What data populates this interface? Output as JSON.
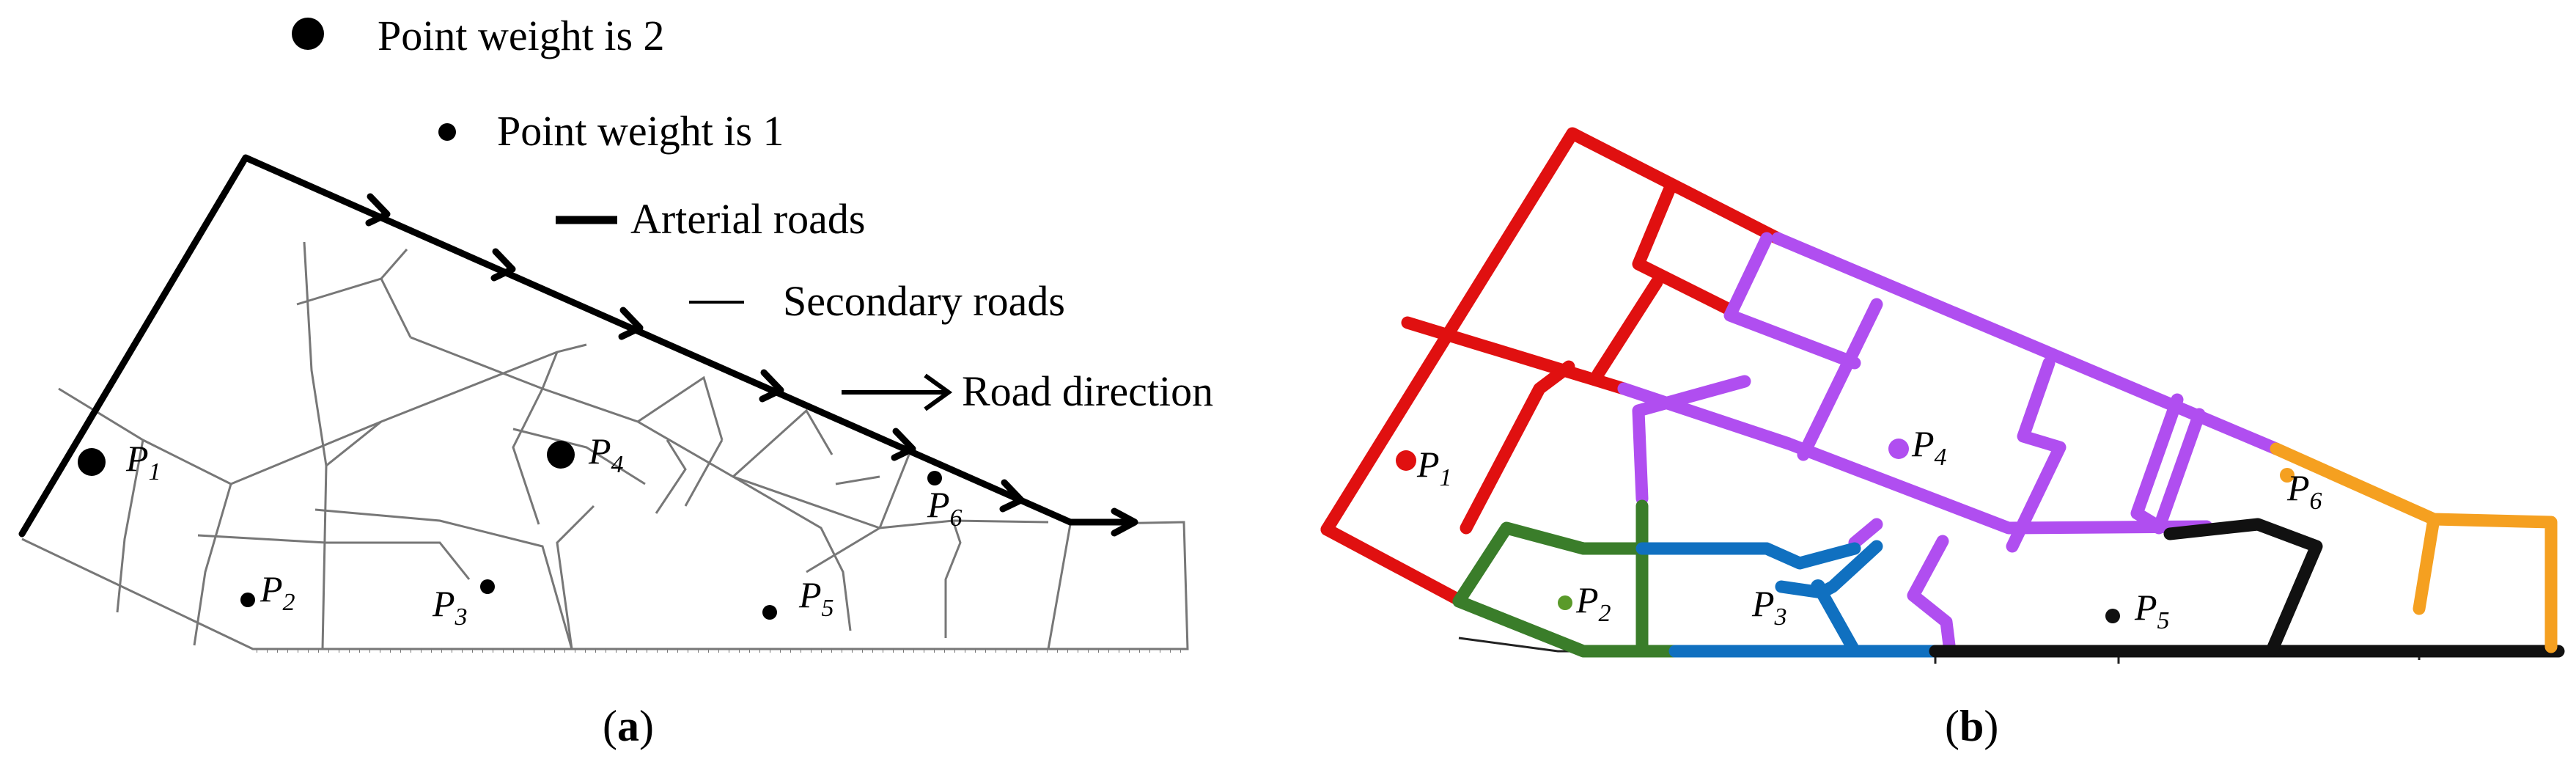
{
  "legend": {
    "weight2": "Point weight is 2",
    "weight1": "Point weight is 1",
    "arterial": "Arterial roads",
    "secondary": "Secondary roads",
    "direction": "Road direction"
  },
  "panel_a": {
    "caption_open": "(",
    "caption_letter": "a",
    "caption_close": ")",
    "points": [
      {
        "label": "P",
        "sub": "1",
        "weight": 2
      },
      {
        "label": "P",
        "sub": "2",
        "weight": 1
      },
      {
        "label": "P",
        "sub": "3",
        "weight": 1
      },
      {
        "label": "P",
        "sub": "4",
        "weight": 2
      },
      {
        "label": "P",
        "sub": "5",
        "weight": 1
      },
      {
        "label": "P",
        "sub": "6",
        "weight": 1
      }
    ]
  },
  "panel_b": {
    "caption_open": "(",
    "caption_letter": "b",
    "caption_close": ")",
    "points": [
      {
        "label": "P",
        "sub": "1",
        "color": "#e01010"
      },
      {
        "label": "P",
        "sub": "2",
        "color": "#5a9a2a"
      },
      {
        "label": "P",
        "sub": "3",
        "color": "#1070c0"
      },
      {
        "label": "P",
        "sub": "4",
        "color": "#b04ef0"
      },
      {
        "label": "P",
        "sub": "5",
        "color": "#111111"
      },
      {
        "label": "P",
        "sub": "6",
        "color": "#f5a020"
      }
    ],
    "route_colors": {
      "red": "#e01010",
      "purple": "#b04ef0",
      "green": "#3a7d2a",
      "blue": "#1070c0",
      "black": "#111111",
      "orange": "#f5a020"
    }
  }
}
